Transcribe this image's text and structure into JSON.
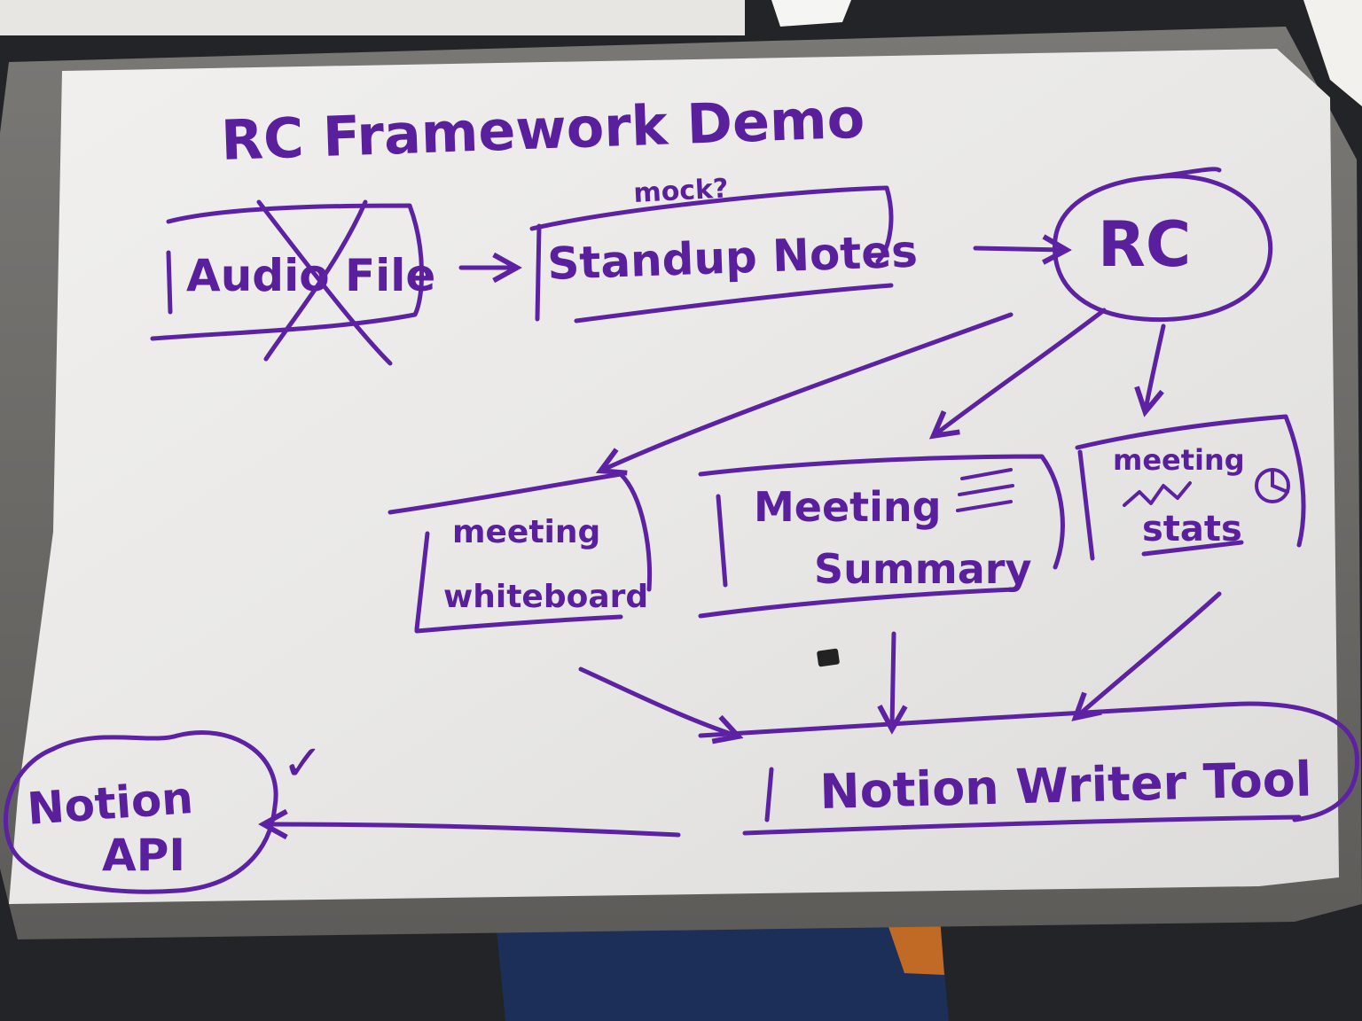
{
  "title": "RC Framework Demo",
  "annotation_mock": "mock?",
  "nodes": {
    "audio_file": "Audio File",
    "standup_notes": "Standup Notes",
    "rc": "RC",
    "meeting_whiteboard_line1": "meeting",
    "meeting_whiteboard_line2": "whiteboard",
    "meeting_summary_line1": "Meeting",
    "meeting_summary_line2": "Summary",
    "meeting_stats_line1": "meeting",
    "meeting_stats_line2": "stats",
    "notion_writer_tool": "Notion Writer Tool",
    "notion_api_line1": "Notion",
    "notion_api_line2": "API"
  },
  "marks": {
    "audio_file_crossed_out": true,
    "notion_api_checkmark": "✓"
  },
  "colors": {
    "marker": "#5c22a3",
    "board": "#ecebea",
    "frame": "#6e6d6a"
  }
}
